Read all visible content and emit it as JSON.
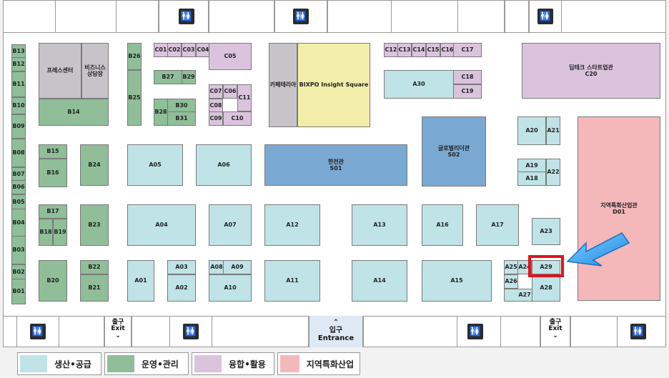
{
  "booths": [
    {
      "id": "B13",
      "cat": "ops"
    },
    {
      "id": "B12",
      "cat": "ops"
    },
    {
      "id": "B11",
      "cat": "ops"
    },
    {
      "id": "B10",
      "cat": "ops"
    },
    {
      "id": "B09",
      "cat": "ops"
    },
    {
      "id": "B08",
      "cat": "ops"
    },
    {
      "id": "B07",
      "cat": "ops"
    },
    {
      "id": "B06",
      "cat": "ops"
    },
    {
      "id": "B05",
      "cat": "ops"
    },
    {
      "id": "B04",
      "cat": "ops"
    },
    {
      "id": "B03",
      "cat": "ops"
    },
    {
      "id": "B02",
      "cat": "ops"
    },
    {
      "id": "B01",
      "cat": "ops"
    },
    {
      "id": "프레스센터",
      "cat": "grey"
    },
    {
      "id": "비즈니스\n상담장",
      "cat": "grey"
    },
    {
      "id": "B14",
      "cat": "ops"
    },
    {
      "id": "B26",
      "cat": "ops"
    },
    {
      "id": "B25",
      "cat": "ops"
    },
    {
      "id": "C01",
      "cat": "conv"
    },
    {
      "id": "C02",
      "cat": "conv"
    },
    {
      "id": "C03",
      "cat": "conv"
    },
    {
      "id": "C04",
      "cat": "conv"
    },
    {
      "id": "C05",
      "cat": "conv"
    },
    {
      "id": "B27",
      "cat": "ops"
    },
    {
      "id": "B29",
      "cat": "ops"
    },
    {
      "id": "B28",
      "cat": "ops"
    },
    {
      "id": "B30",
      "cat": "ops"
    },
    {
      "id": "B31",
      "cat": "ops"
    },
    {
      "id": "C07",
      "cat": "conv"
    },
    {
      "id": "C06",
      "cat": "conv"
    },
    {
      "id": "C11",
      "cat": "conv"
    },
    {
      "id": "C08",
      "cat": "conv"
    },
    {
      "id": "C09",
      "cat": "conv"
    },
    {
      "id": "C10",
      "cat": "conv"
    },
    {
      "id": "카페테리아",
      "cat": "grey"
    },
    {
      "id": "BIXPO Insight Square",
      "cat": "yellow"
    },
    {
      "id": "C12",
      "cat": "conv"
    },
    {
      "id": "C13",
      "cat": "conv"
    },
    {
      "id": "C14",
      "cat": "conv"
    },
    {
      "id": "C15",
      "cat": "conv"
    },
    {
      "id": "C16",
      "cat": "conv"
    },
    {
      "id": "C17",
      "cat": "conv"
    },
    {
      "id": "A30",
      "cat": "supply"
    },
    {
      "id": "C18",
      "cat": "conv"
    },
    {
      "id": "C19",
      "cat": "conv"
    },
    {
      "id": "딥테크 스타트업관\nC20",
      "cat": "conv"
    },
    {
      "id": "글로벌리더관\nS02",
      "cat": "blue"
    },
    {
      "id": "한전관\nS01",
      "cat": "blue"
    },
    {
      "id": "A20",
      "cat": "supply"
    },
    {
      "id": "A21",
      "cat": "supply"
    },
    {
      "id": "A19",
      "cat": "supply"
    },
    {
      "id": "A18",
      "cat": "supply"
    },
    {
      "id": "A22",
      "cat": "supply"
    },
    {
      "id": "지역특화산업관\nD01",
      "cat": "region"
    },
    {
      "id": "B15",
      "cat": "ops"
    },
    {
      "id": "B16",
      "cat": "ops"
    },
    {
      "id": "B24",
      "cat": "ops"
    },
    {
      "id": "A05",
      "cat": "supply"
    },
    {
      "id": "A06",
      "cat": "supply"
    },
    {
      "id": "B17",
      "cat": "ops"
    },
    {
      "id": "B18",
      "cat": "ops"
    },
    {
      "id": "B19",
      "cat": "ops"
    },
    {
      "id": "B23",
      "cat": "ops"
    },
    {
      "id": "A04",
      "cat": "supply"
    },
    {
      "id": "A07",
      "cat": "supply"
    },
    {
      "id": "A12",
      "cat": "supply"
    },
    {
      "id": "A13",
      "cat": "supply"
    },
    {
      "id": "A16",
      "cat": "supply"
    },
    {
      "id": "A17",
      "cat": "supply"
    },
    {
      "id": "A23",
      "cat": "supply"
    },
    {
      "id": "B20",
      "cat": "ops"
    },
    {
      "id": "B22",
      "cat": "ops"
    },
    {
      "id": "B21",
      "cat": "ops"
    },
    {
      "id": "A01",
      "cat": "supply"
    },
    {
      "id": "A03",
      "cat": "supply"
    },
    {
      "id": "A02",
      "cat": "supply"
    },
    {
      "id": "A08",
      "cat": "supply"
    },
    {
      "id": "A09",
      "cat": "supply"
    },
    {
      "id": "A10",
      "cat": "supply"
    },
    {
      "id": "A11",
      "cat": "supply"
    },
    {
      "id": "A14",
      "cat": "supply"
    },
    {
      "id": "A15",
      "cat": "supply"
    },
    {
      "id": "A25",
      "cat": "supply"
    },
    {
      "id": "A24",
      "cat": "supply"
    },
    {
      "id": "A29",
      "cat": "supply"
    },
    {
      "id": "A26",
      "cat": "supply"
    },
    {
      "id": "A27",
      "cat": "supply"
    },
    {
      "id": "A28",
      "cat": "supply"
    }
  ],
  "highlight": {
    "booth": "A29",
    "color": "#e0141b"
  },
  "arrow_color": "#3ea6f0",
  "exits": [
    {
      "line1": "출구",
      "line2": "Exit"
    },
    {
      "line1": "출구",
      "line2": "Exit"
    }
  ],
  "entrance": {
    "line1": "입구",
    "line2": "Entrance"
  },
  "restroom_icon": "restroom-icon",
  "legend": [
    {
      "label": "생산•공급",
      "color": "#bfe3e6"
    },
    {
      "label": "운영•관리",
      "color": "#8fbe98"
    },
    {
      "label": "융합•활용",
      "color": "#dbc3de"
    },
    {
      "label": "지역특화산업",
      "color": "#f4b8bb"
    }
  ]
}
